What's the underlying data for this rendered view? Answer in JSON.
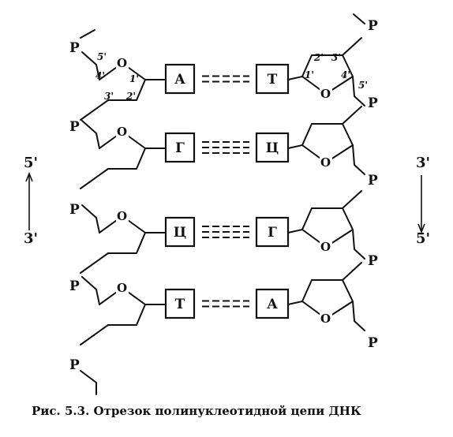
{
  "caption": "Рис. 5.3. Отрезок полинуклеотидной цепи ДНК",
  "phosphate_label": "P",
  "ring_oxygen_label": "O",
  "pairs": [
    {
      "left": "A",
      "right": "Т",
      "bonds": 2
    },
    {
      "left": "Г",
      "right": "Ц",
      "bonds": 3
    },
    {
      "left": "Ц",
      "right": "Г",
      "bonds": 3
    },
    {
      "left": "Т",
      "right": "A",
      "bonds": 2
    }
  ],
  "carbon_labels_left": [
    "5'",
    "4'",
    "3'",
    "2'",
    "1'"
  ],
  "carbon_labels_right": [
    "2'",
    "3'",
    "1'",
    "4'",
    "5'"
  ],
  "left_direction": {
    "top": "5'",
    "bottom": "3'"
  },
  "right_direction": {
    "top": "3'",
    "bottom": "5'"
  }
}
